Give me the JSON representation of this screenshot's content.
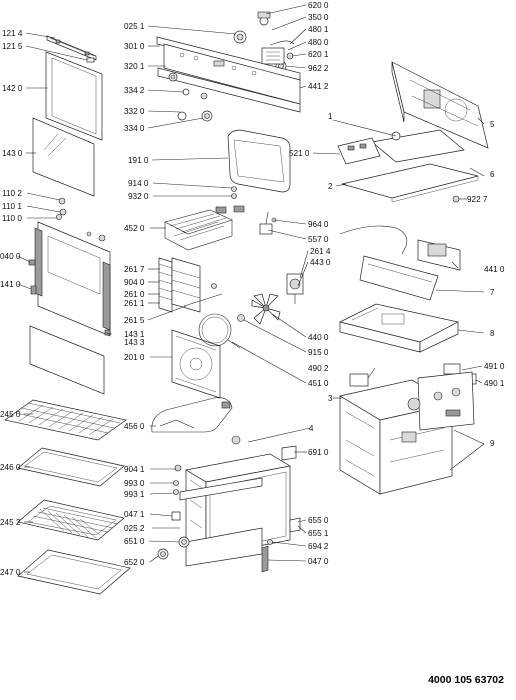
{
  "diagram": {
    "reference_number": "4000 105 63702",
    "part_labels": [
      "121 4",
      "121 5",
      "142 0",
      "143 0",
      "110 2",
      "110 1",
      "110 0",
      "040 0",
      "141 0",
      "025 1",
      "301 0",
      "320 1",
      "334 2",
      "332 0",
      "334 0",
      "191 0",
      "914 0",
      "932 0",
      "452 0",
      "261 7",
      "904 0",
      "261 0",
      "261 1",
      "261 5",
      "143 1",
      "143 3",
      "201 0",
      "245 0",
      "246 0",
      "245 2",
      "247 0",
      "456 0",
      "904 1",
      "993 0",
      "993 1",
      "047 1",
      "025 2",
      "651 0",
      "652 0",
      "620 0",
      "350 0",
      "480 1",
      "480 0",
      "620 1",
      "962 2",
      "441 2",
      "964 0",
      "557 0",
      "261 4",
      "443 0",
      "440 0",
      "915 0",
      "451 0",
      "490 2",
      "691 0",
      "655 0",
      "655 1",
      "694 2",
      "047 0",
      "521 0",
      "922 7",
      "441 0",
      "491 0",
      "490 1"
    ],
    "callout_numbers": [
      "1",
      "2",
      "3",
      "4",
      "5",
      "6",
      "7",
      "8",
      "9"
    ]
  }
}
